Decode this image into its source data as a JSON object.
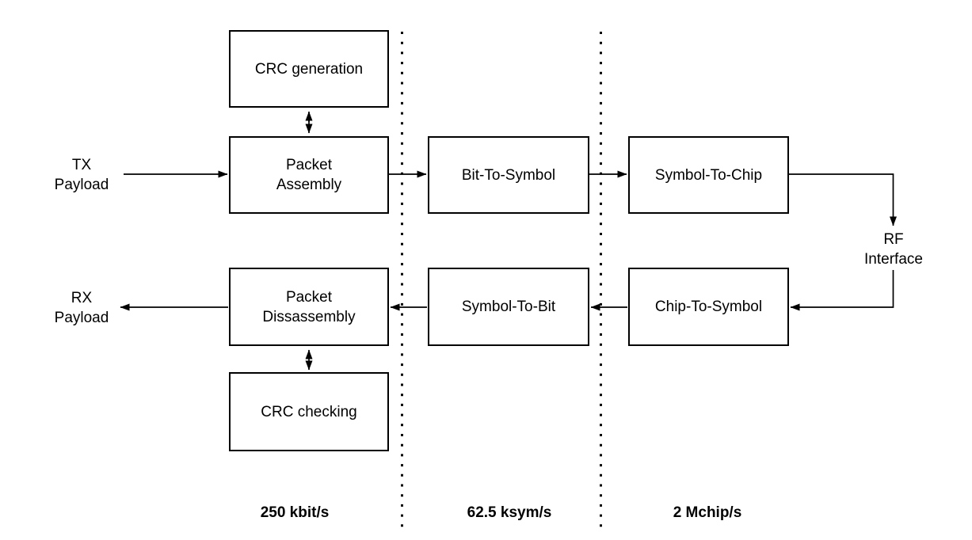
{
  "colors": {
    "background": "#ffffff",
    "line": "#000000",
    "text": "#000000"
  },
  "boxes": {
    "crc_generation": "CRC generation",
    "packet_assembly": "Packet\nAssembly",
    "bit_to_symbol": "Bit-To-Symbol",
    "symbol_to_chip": "Symbol-To-Chip",
    "chip_to_symbol": "Chip-To-Symbol",
    "symbol_to_bit": "Symbol-To-Bit",
    "packet_dissassembly": "Packet\nDissassembly",
    "crc_checking": "CRC checking"
  },
  "labels": {
    "tx_payload": "TX\nPayload",
    "rx_payload": "RX\nPayload",
    "rf_interface": "RF\nInterface"
  },
  "rates": {
    "bit_rate": "250 kbit/s",
    "symbol_rate": "62.5 ksym/s",
    "chip_rate": "2 Mchip/s"
  }
}
